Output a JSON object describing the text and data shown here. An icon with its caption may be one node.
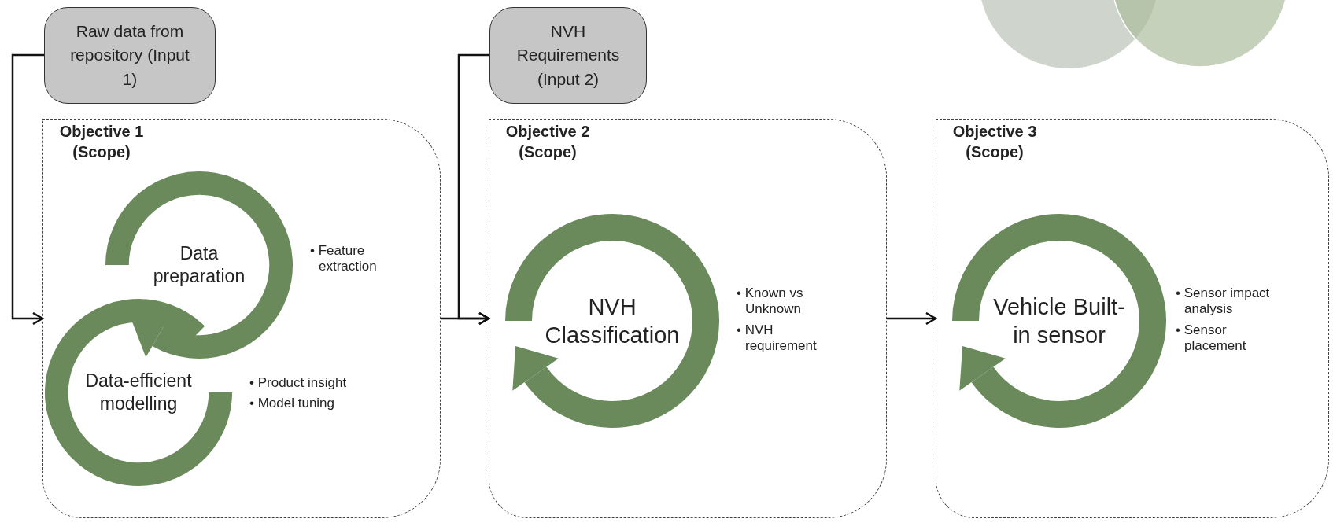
{
  "diagram": {
    "nodes": [
      {
        "text": [
          "Raw data from repository (Input 1)"
        ]
      },
      {
        "text": [
          "NVH Requirements (Input 2)"
        ]
      },
      {
        "text": [
          "Objective 1 (Scope)"
        ]
      },
      {
        "text": [
          "Data preparation"
        ],
        "in": 2,
        "beside": [
          "• Feature extraction"
        ]
      },
      {
        "text": [
          "Data-efficient modelling"
        ],
        "in": 2,
        "beside": [
          "• Product insight",
          "• Model tuning"
        ]
      },
      {
        "text": [
          "Objective 2 (Scope)"
        ]
      },
      {
        "text": [
          "NVH Classification"
        ],
        "in": 5,
        "beside": [
          "• Known vs Unknown",
          "• NVH requirement"
        ]
      },
      {
        "text": [
          "Objective 3 (Scope)"
        ]
      },
      {
        "text": [
          "Vehicle Built-in sensor"
        ],
        "in": 7,
        "beside": [
          "• Sensor impact analysis",
          "• Sensor placement"
        ]
      }
    ],
    "edges": [
      {
        "from": 0,
        "to": 2,
        "arrow": "to"
      },
      {
        "from": 2,
        "to": 5,
        "arrow": "to"
      },
      {
        "from": 1,
        "to": 5,
        "arrow": "to"
      },
      {
        "from": 5,
        "to": 7,
        "arrow": "to"
      }
    ]
  }
}
